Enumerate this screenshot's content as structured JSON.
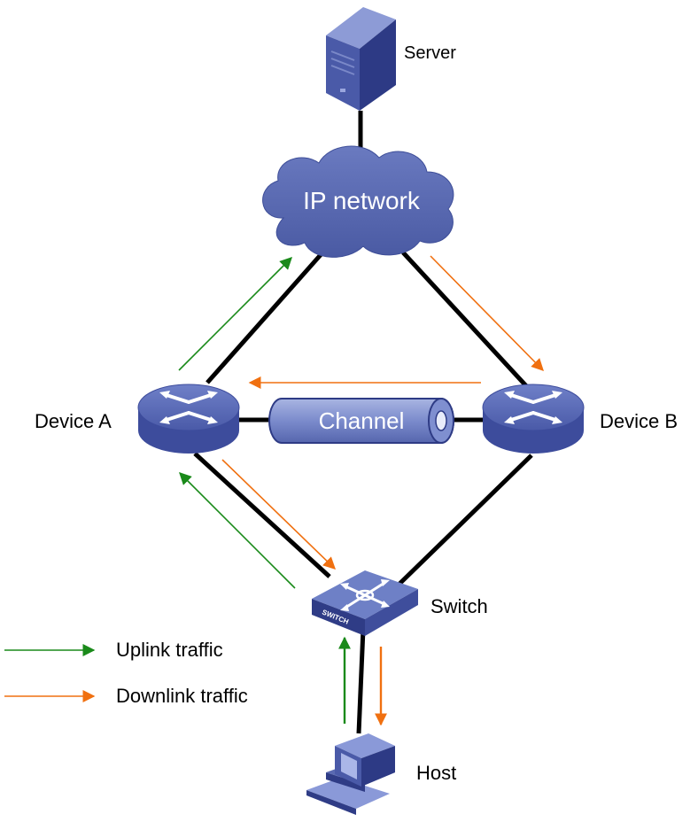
{
  "nodes": {
    "server": {
      "label": "Server"
    },
    "ip_network": {
      "label": "IP network"
    },
    "device_a": {
      "label": "Device A"
    },
    "device_b": {
      "label": "Device B"
    },
    "channel": {
      "label": "Channel"
    },
    "switch": {
      "label": "Switch",
      "badge": "SWITCH"
    },
    "host": {
      "label": "Host"
    }
  },
  "legend": {
    "uplink": {
      "label": "Uplink traffic",
      "color": "#1a8a1a"
    },
    "downlink": {
      "label": "Downlink traffic",
      "color": "#f07010"
    }
  },
  "colors": {
    "device_blue": "#4a5aa8",
    "cloud_blue": "#5565ad",
    "link_black": "#000000"
  }
}
